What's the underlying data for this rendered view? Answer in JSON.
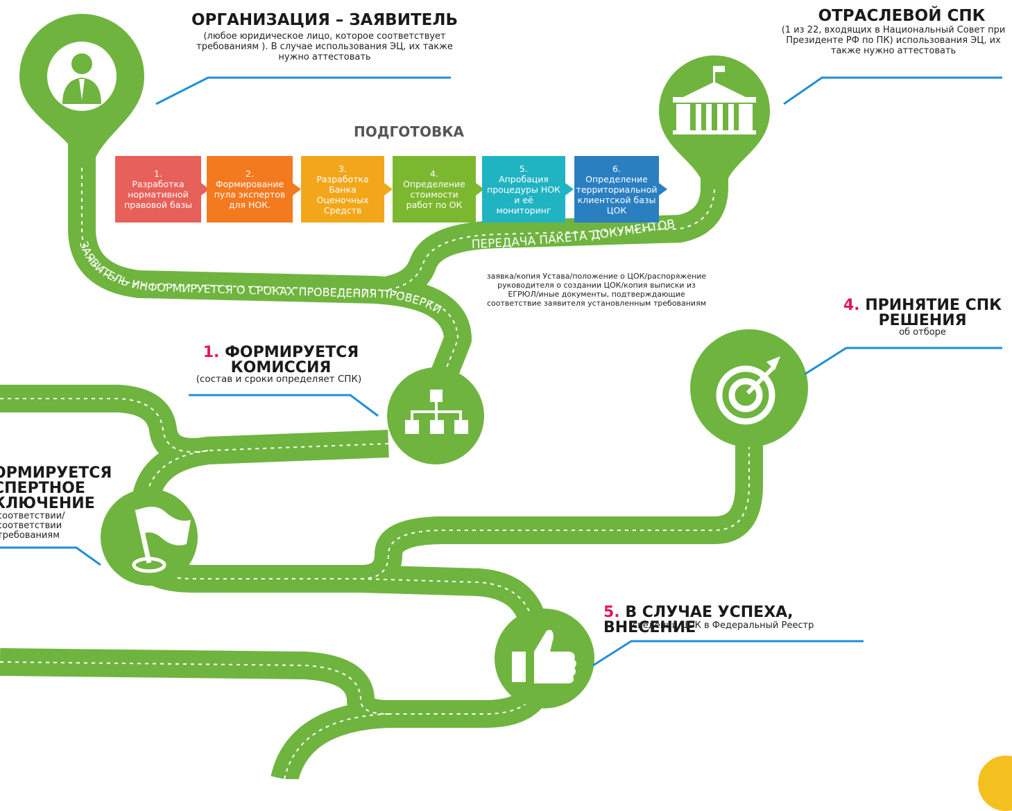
{
  "header_left": {
    "title": "ОРГАНИЗАЦИЯ – ЗАЯВИТЕЛЬ",
    "subtitle": "(любое юридическое лицо, которое соответствует требованиям ). В случае использования ЭЦ, их также нужно аттестовать"
  },
  "header_right": {
    "title": "ОТРАСЛЕВОЙ СПК",
    "subtitle": "(1 из 22, входящих в Национальный Совет при Президенте РФ по ПК) использования ЭЦ, их также нужно аттестовать"
  },
  "preparation": {
    "title": "ПОДГОТОВКА",
    "steps": [
      {
        "num": "1.",
        "label": "Разработка нормативной правовой базы",
        "color": "#e8605a"
      },
      {
        "num": "2.",
        "label": "Формирование пула экспертов для НОК.",
        "color": "#f47a20"
      },
      {
        "num": "3.",
        "label": "Разработка Банка Оценочных Средств",
        "color": "#f2a71b"
      },
      {
        "num": "4.",
        "label": "Определение стоимости работ по ОК",
        "color": "#7cb82f"
      },
      {
        "num": "5.",
        "label": "Апробация процедуры НОК и её мониторинг",
        "color": "#20b3c2"
      },
      {
        "num": "6.",
        "label": "Определение территориальной клиентской базы ЦОК",
        "color": "#2a7fc1"
      }
    ]
  },
  "road_labels": {
    "transfer": "ПЕРЕДАЧА ПАКЕТА ДОКУМЕНТОВ",
    "informed": "ЗАЯВИТЕЛЬ ИНФОРМИРУЕТСЯ О СРОКАХ ПРОВЕДЕНИЯ ПРОВЕРКИ"
  },
  "documents_note": "заявка/копия Устава/положение о ЦОК/распоряжение руководителя о создании ЦОК/копия выписки из ЕГРЮЛ/иные документы, подтверждающие соответствие заявителя установленным требованиям",
  "steps": {
    "s1": {
      "num": "1.",
      "title_line1": "ФОРМИРУЕТСЯ",
      "title_line2": "КОМИССИЯ",
      "subtitle": "(состав и сроки  определяет СПК)"
    },
    "s2": {
      "title_line1": "ОРМИРУЕТСЯ",
      "title_line2": "СПЕРТНОЕ",
      "title_line3": "КЛЮЧЕНИЕ",
      "sub_line1": "соответствии/",
      "sub_line2": "соответствии",
      "sub_line3": "требованиям"
    },
    "s4": {
      "num": "4.",
      "title_line1": "ПРИНЯТИЕ СПК",
      "title_line2": "РЕШЕНИЯ",
      "subtitle": "об отборе"
    },
    "s5": {
      "num": "5.",
      "title": "В СЛУЧАЕ УСПЕХА, ВНЕСЕНИЕ",
      "subtitle": "сведений ЦОК в Федеральный Реестр"
    }
  },
  "colors": {
    "road": "#6fb43f",
    "accent": "#e3165b",
    "line": "#1e8fd6"
  },
  "icons": [
    "person-pin-icon",
    "building-icon",
    "org-chart-icon",
    "flag-icon",
    "target-icon",
    "thumbs-up-icon"
  ]
}
